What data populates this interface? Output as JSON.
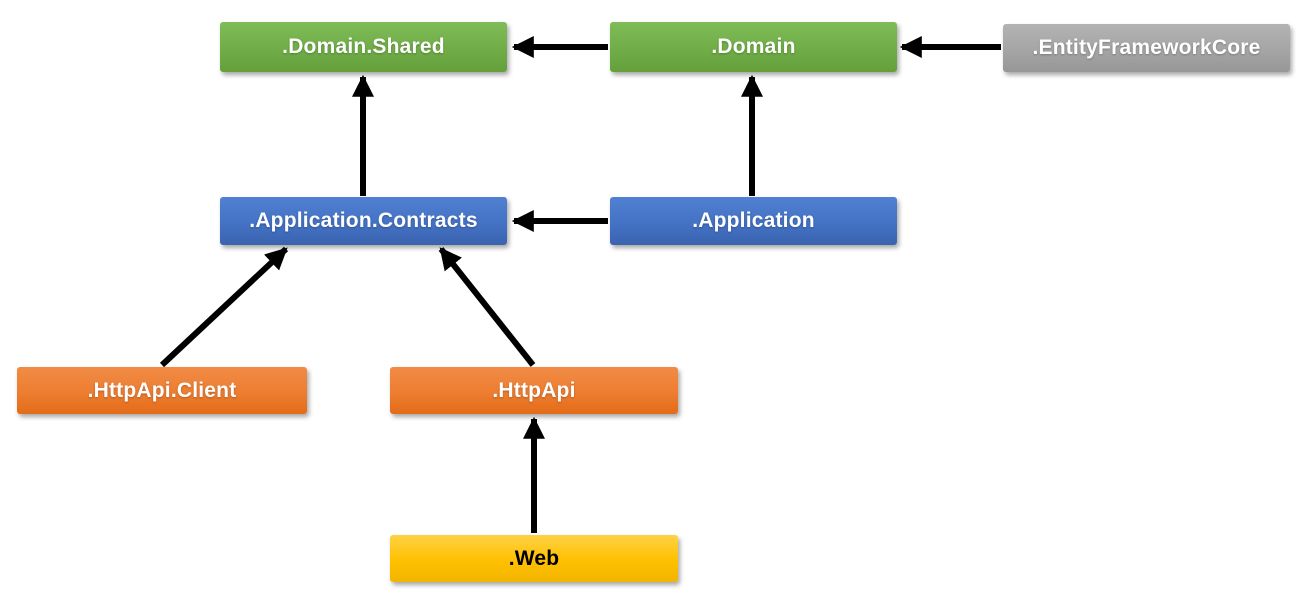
{
  "diagram": {
    "description": "Module dependency diagram",
    "background_color": "#FFFFFF",
    "arrow_color": "#000000",
    "nodes": [
      {
        "id": "domain-shared",
        "label": ".Domain.Shared",
        "color": "#70AD47",
        "color_top": "#7FBC58",
        "color_bottom": "#649F3C",
        "text_color": "#FFFFFF"
      },
      {
        "id": "domain",
        "label": ".Domain",
        "color": "#70AD47",
        "color_top": "#7FBC58",
        "color_bottom": "#649F3C",
        "text_color": "#FFFFFF"
      },
      {
        "id": "entity-framework-core",
        "label": ".EntityFrameworkCore",
        "color": "#A5A5A5",
        "color_top": "#B3B3B3",
        "color_bottom": "#979797",
        "text_color": "#FFFFFF"
      },
      {
        "id": "application-contracts",
        "label": ".Application.Contracts",
        "color": "#4472C4",
        "color_top": "#5181D2",
        "color_bottom": "#3A63B0",
        "text_color": "#FFFFFF"
      },
      {
        "id": "application",
        "label": ".Application",
        "color": "#4472C4",
        "color_top": "#5181D2",
        "color_bottom": "#3A63B0",
        "text_color": "#FFFFFF"
      },
      {
        "id": "httpapi-client",
        "label": ".HttpApi.Client",
        "color": "#ED7D31",
        "color_top": "#F18C46",
        "color_bottom": "#E36C17",
        "text_color": "#FFFFFF"
      },
      {
        "id": "httpapi",
        "label": ".HttpApi",
        "color": "#ED7D31",
        "color_top": "#F18C46",
        "color_bottom": "#E36C17",
        "text_color": "#FFFFFF"
      },
      {
        "id": "web",
        "label": ".Web",
        "color": "#FFC000",
        "color_top": "#FFD245",
        "color_bottom": "#F2B500",
        "text_color": "#000000"
      }
    ],
    "edges": [
      {
        "from": ".Domain",
        "to": ".Domain.Shared"
      },
      {
        "from": ".EntityFrameworkCore",
        "to": ".Domain"
      },
      {
        "from": ".Application.Contracts",
        "to": ".Domain.Shared"
      },
      {
        "from": ".Application",
        "to": ".Domain"
      },
      {
        "from": ".Application",
        "to": ".Application.Contracts"
      },
      {
        "from": ".HttpApi.Client",
        "to": ".Application.Contracts"
      },
      {
        "from": ".HttpApi",
        "to": ".Application.Contracts"
      },
      {
        "from": ".Web",
        "to": ".HttpApi"
      }
    ]
  }
}
